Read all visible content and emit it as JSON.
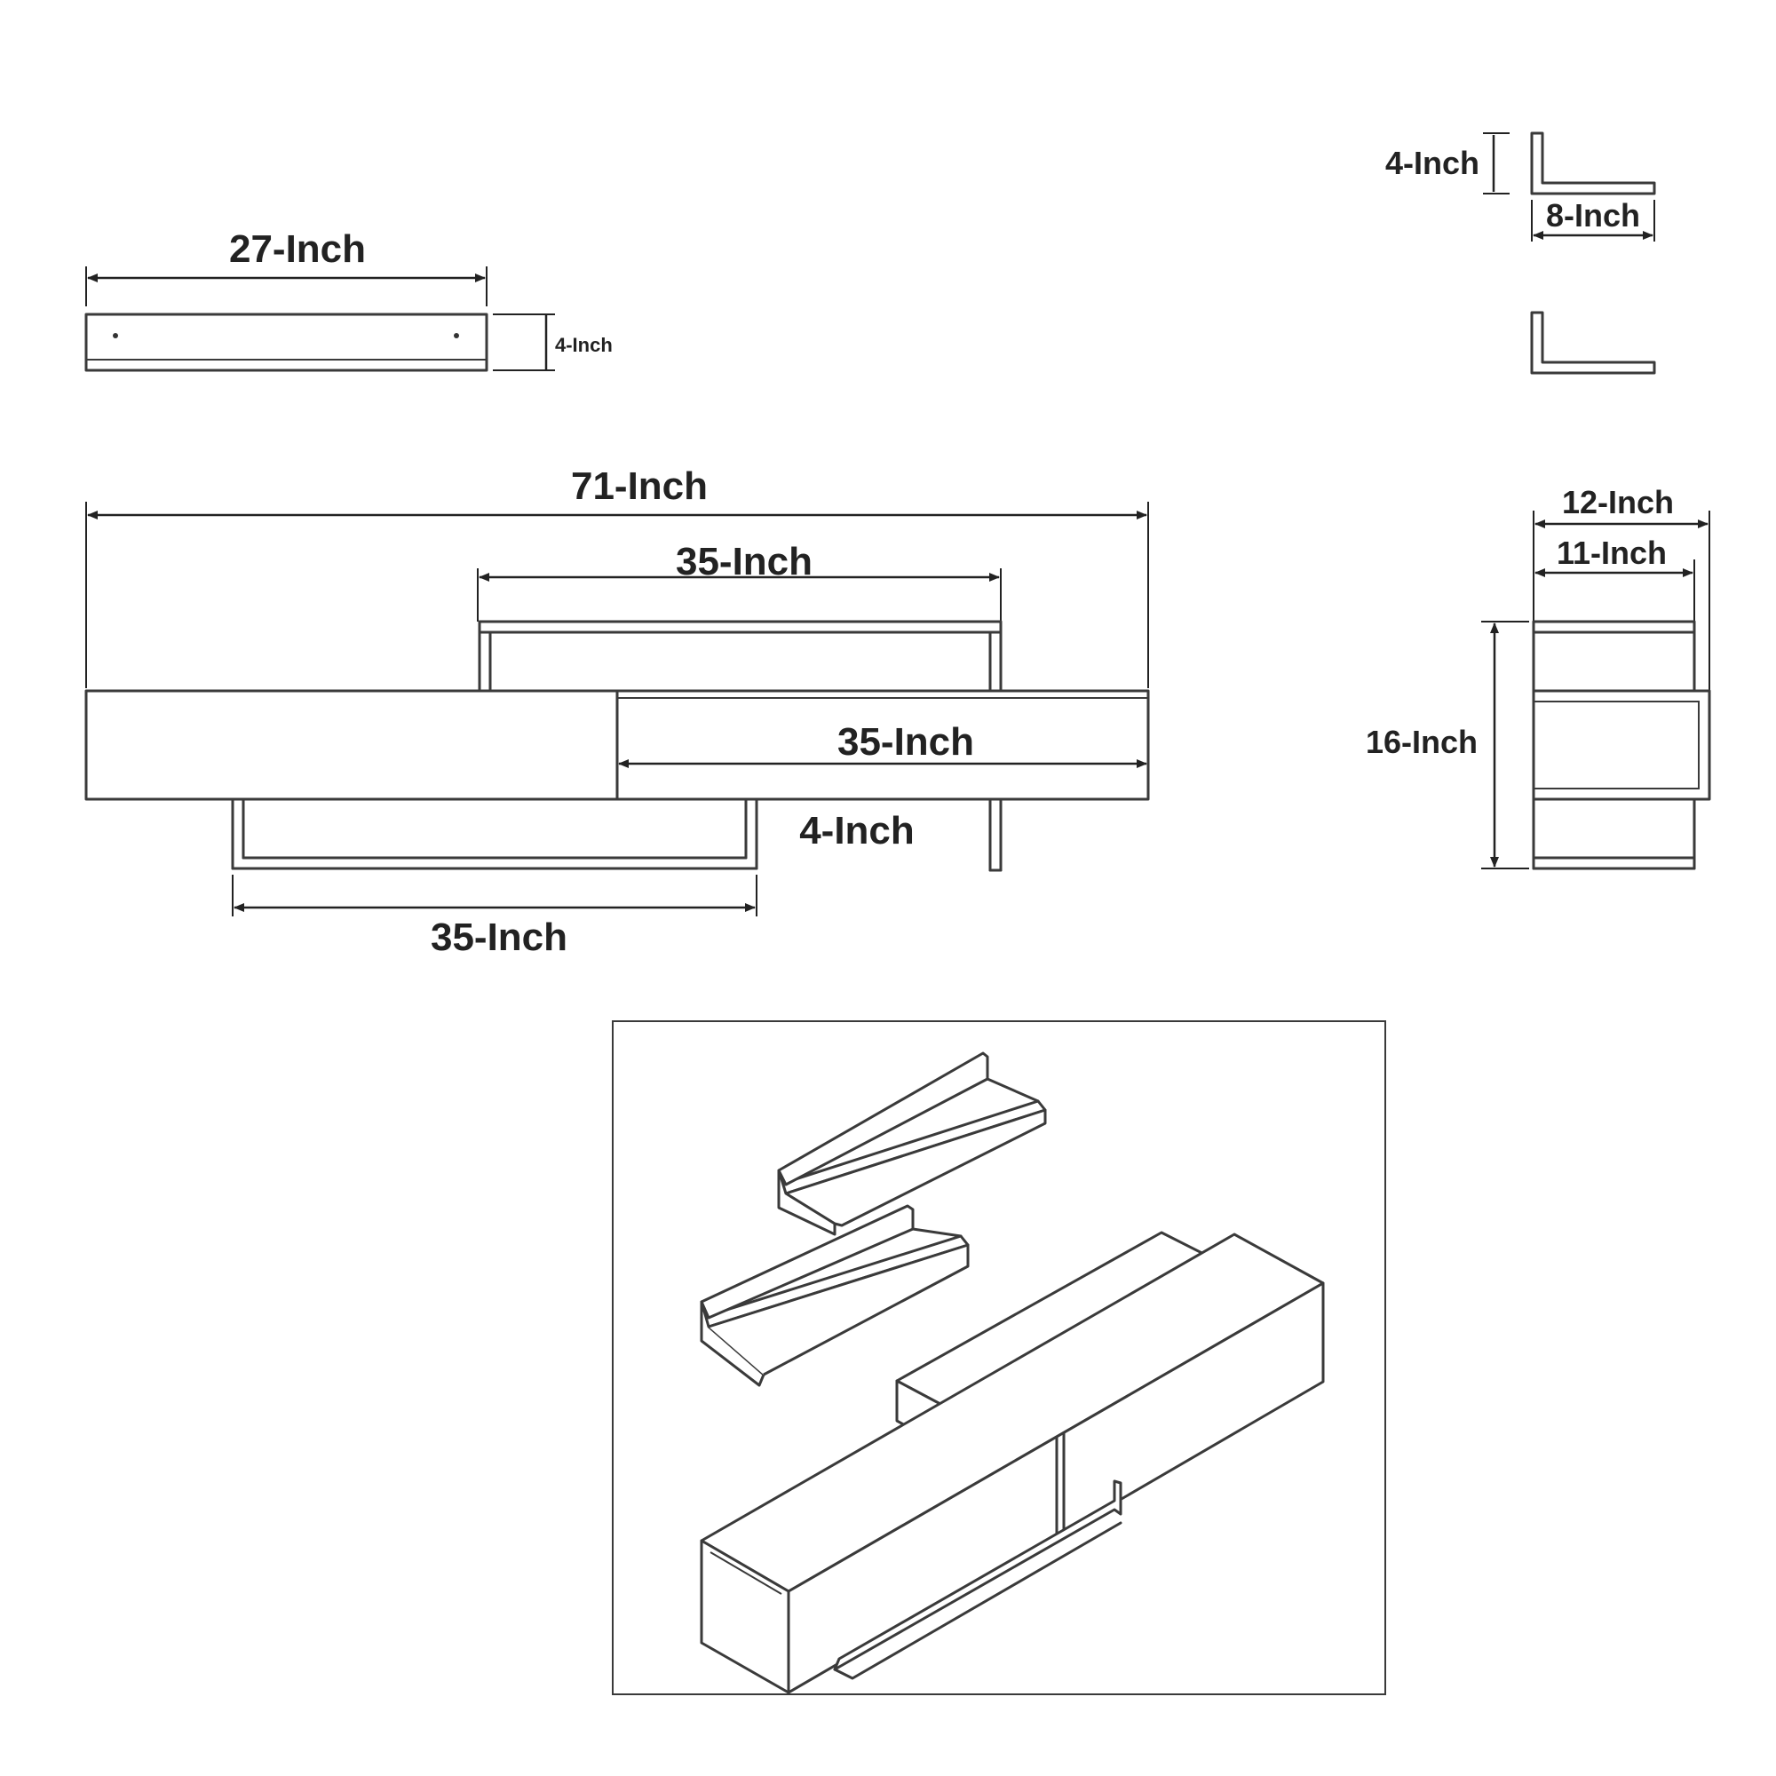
{
  "shelf_front": {
    "width_label": "27-Inch",
    "height_label": "4-Inch"
  },
  "shelf_side": {
    "height_label": "4-Inch",
    "depth_label": "8-Inch"
  },
  "cabinet_front": {
    "total_width_label": "71-Inch",
    "top_shelf_label": "35-Inch",
    "right_drawer_label": "35-Inch",
    "bottom_shelf_label": "35-Inch",
    "leg_height_label": "4-Inch"
  },
  "cabinet_side": {
    "outer_depth_label": "12-Inch",
    "inner_depth_label": "11-Inch",
    "height_label": "16-Inch"
  }
}
